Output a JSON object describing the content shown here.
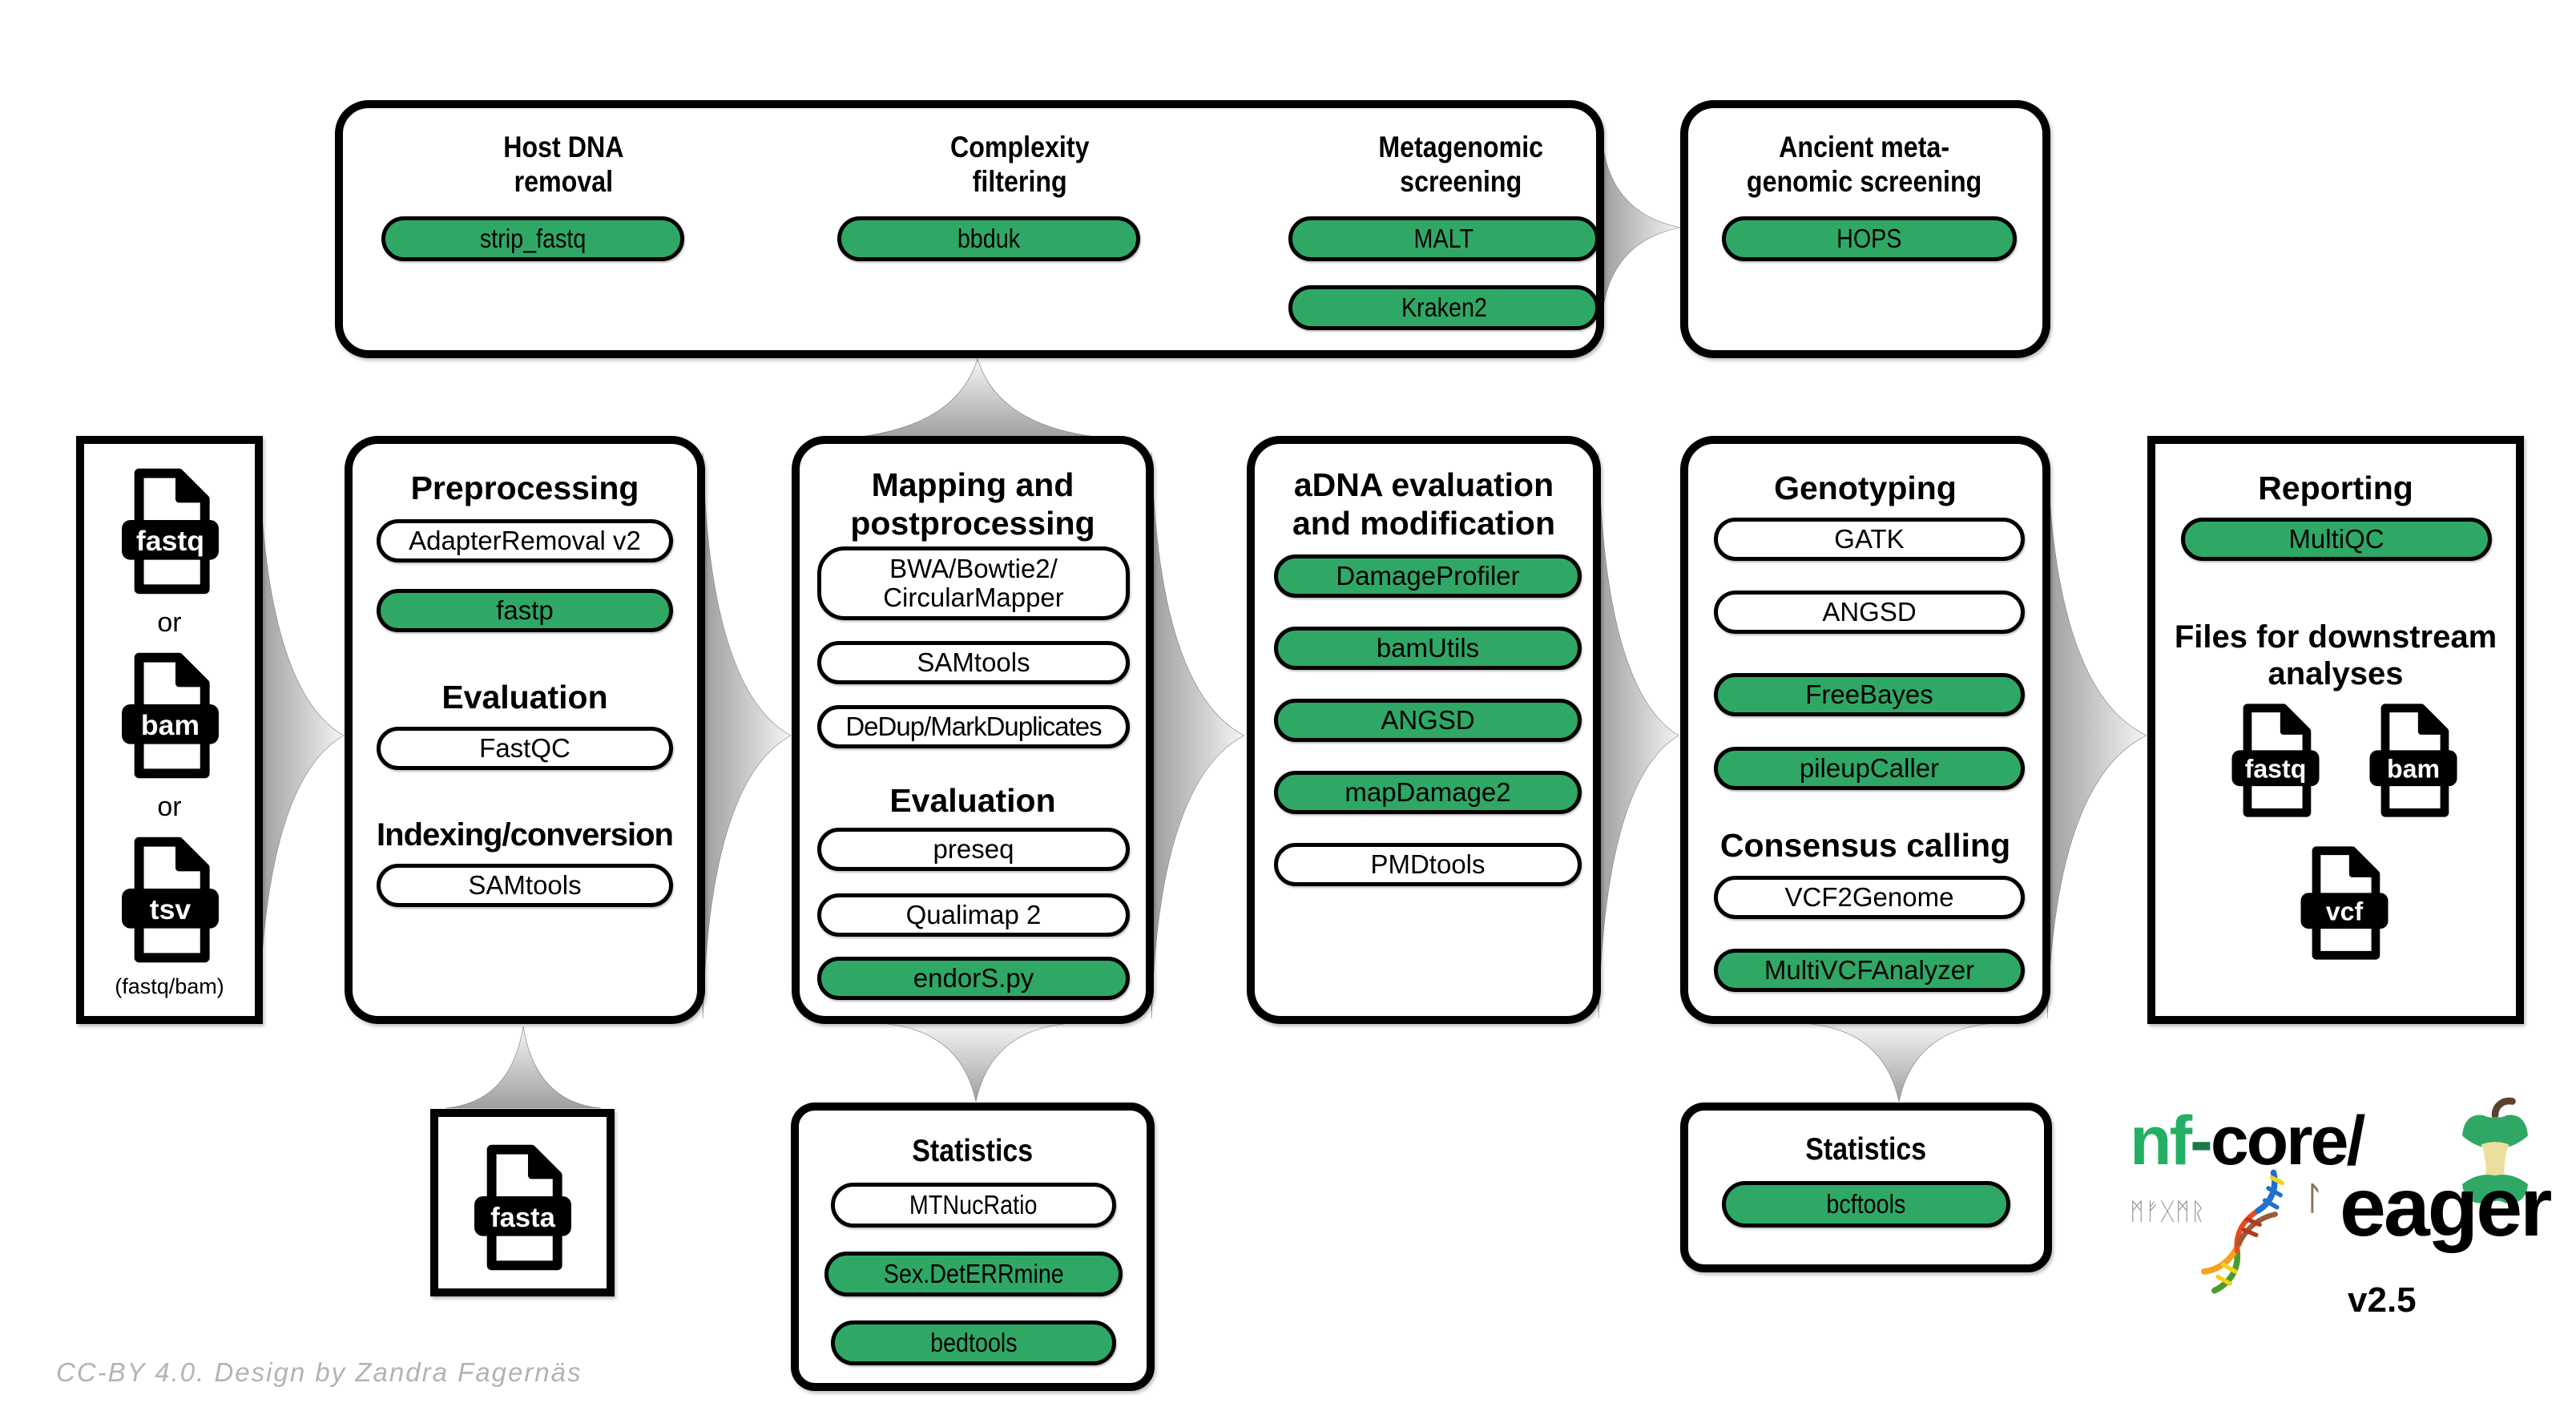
{
  "colors": {
    "green": "#2FA866",
    "black": "#000000",
    "arrow_light": "#f4f4f4",
    "arrow_dark": "#9e9e9e"
  },
  "screening": {
    "host": {
      "title1": "Host DNA",
      "title2": "removal",
      "pill": "strip_fastq"
    },
    "complexity": {
      "title1": "Complexity",
      "title2": "filtering",
      "pill": "bbduk"
    },
    "metagenomic": {
      "title1": "Metagenomic",
      "title2": "screening",
      "pill1": "MALT",
      "pill2": "Kraken2"
    }
  },
  "ancient": {
    "title1": "Ancient meta-",
    "title2": "genomic screening",
    "pill": "HOPS"
  },
  "input": {
    "file1": "fastq",
    "or1": "or",
    "file2": "bam",
    "or2": "or",
    "file3": "tsv",
    "caption": "(fastq/bam)"
  },
  "preprocessing": {
    "title": "Preprocessing",
    "pill1": "AdapterRemoval v2",
    "pill2": "fastp",
    "sec1": "Evaluation",
    "pill3": "FastQC",
    "sec2": "Indexing/conversion",
    "pill4": "SAMtools"
  },
  "mapping": {
    "title1": "Mapping and",
    "title2": "postprocessing",
    "pill1a": "BWA/Bowtie2/",
    "pill1b": "CircularMapper",
    "pill2": "SAMtools",
    "pill3": "DeDup/MarkDuplicates",
    "sec1": "Evaluation",
    "pill4": "preseq",
    "pill5": "Qualimap 2",
    "pill6": "endorS.py"
  },
  "adna": {
    "title1": "aDNA evaluation",
    "title2": "and modification",
    "pill1": "DamageProfiler",
    "pill2": "bamUtils",
    "pill3": "ANGSD",
    "pill4": "mapDamage2",
    "pill5": "PMDtools"
  },
  "genotyping": {
    "title": "Genotyping",
    "pill1": "GATK",
    "pill2": "ANGSD",
    "pill3": "FreeBayes",
    "pill4": "pileupCaller",
    "sec1": "Consensus calling",
    "pill5": "VCF2Genome",
    "pill6": "MultiVCFAnalyzer"
  },
  "reporting": {
    "title": "Reporting",
    "pill1": "MultiQC",
    "sec1a": "Files for downstream",
    "sec1b": "analyses",
    "file1": "fastq",
    "file2": "bam",
    "file3": "vcf"
  },
  "fasta_ref": {
    "file": "fasta"
  },
  "stats_mapping": {
    "title": "Statistics",
    "pill1": "MTNucRatio",
    "pill2": "Sex.DetERRmine",
    "pill3": "bedtools"
  },
  "stats_genotyping": {
    "title": "Statistics",
    "pill1": "bcftools"
  },
  "logo": {
    "nf": "nf",
    "dash": "-",
    "core": "core/",
    "eager": "eager",
    "version": "v2.5",
    "runes": "ᛗᚠᚷᛗᚱ",
    "rune2": "ᛚ"
  },
  "footer": {
    "credit": "CC-BY 4.0. Design by Zandra Fagernäs"
  }
}
